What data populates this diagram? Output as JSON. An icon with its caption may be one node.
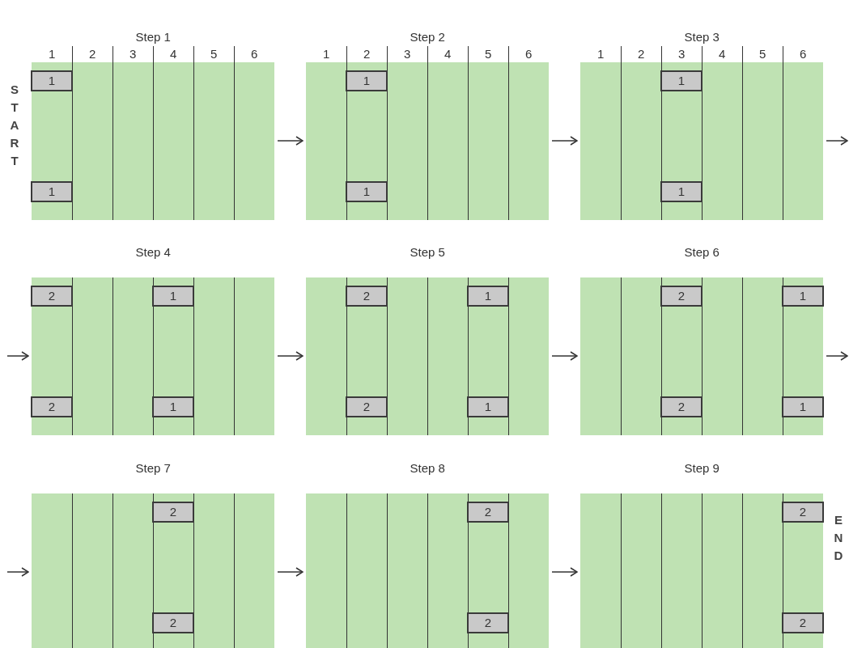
{
  "diagram": {
    "nodes": [
      {
        "text": [
          "Step 1"
        ]
      },
      {
        "text": [
          "1"
        ],
        "in": 0
      },
      {
        "text": [
          "1"
        ],
        "in": 0
      },
      {
        "text": [
          "Step 2"
        ]
      },
      {
        "text": [
          "1"
        ],
        "in": 3
      },
      {
        "text": [
          "1"
        ],
        "in": 3
      },
      {
        "text": [
          "Step 3"
        ]
      },
      {
        "text": [
          "1"
        ],
        "in": 6
      },
      {
        "text": [
          "1"
        ],
        "in": 6
      },
      {
        "text": [
          "Step 4"
        ]
      },
      {
        "text": [
          "2"
        ],
        "in": 9
      },
      {
        "text": [
          "1"
        ],
        "in": 9
      },
      {
        "text": [
          "2"
        ],
        "in": 9
      },
      {
        "text": [
          "1"
        ],
        "in": 9
      },
      {
        "text": [
          "Step 5"
        ]
      },
      {
        "text": [
          "2"
        ],
        "in": 14
      },
      {
        "text": [
          "1"
        ],
        "in": 14
      },
      {
        "text": [
          "2"
        ],
        "in": 14
      },
      {
        "text": [
          "1"
        ],
        "in": 14
      },
      {
        "text": [
          "Step 6"
        ]
      },
      {
        "text": [
          "2"
        ],
        "in": 19
      },
      {
        "text": [
          "1"
        ],
        "in": 19
      },
      {
        "text": [
          "2"
        ],
        "in": 19
      },
      {
        "text": [
          "1"
        ],
        "in": 19
      },
      {
        "text": [
          "Step 7"
        ]
      },
      {
        "text": [
          "2"
        ],
        "in": 24
      },
      {
        "text": [
          "2"
        ],
        "in": 24
      },
      {
        "text": [
          "Step 8"
        ]
      },
      {
        "text": [
          "2"
        ],
        "in": 27
      },
      {
        "text": [
          "2"
        ],
        "in": 27
      },
      {
        "text": [
          "Step 9"
        ]
      },
      {
        "text": [
          "2"
        ],
        "in": 30
      },
      {
        "text": [
          "2"
        ],
        "in": 30
      }
    ],
    "edges": [
      {
        "from": 0,
        "to": 3,
        "arrow": "to"
      },
      {
        "from": 3,
        "to": 6,
        "arrow": "to"
      },
      {
        "from": 6,
        "to": null,
        "arrow": "to"
      },
      {
        "from": null,
        "to": 9,
        "arrow": "to"
      },
      {
        "from": 9,
        "to": 14,
        "arrow": "to"
      },
      {
        "from": 14,
        "to": 19,
        "arrow": "to"
      },
      {
        "from": 19,
        "to": null,
        "arrow": "to"
      },
      {
        "from": null,
        "to": 24,
        "arrow": "to"
      },
      {
        "from": 24,
        "to": 27,
        "arrow": "to"
      },
      {
        "from": 27,
        "to": 30,
        "arrow": "to"
      }
    ],
    "labels": [
      "1",
      "2",
      "3",
      "4",
      "5",
      "6",
      "1",
      "2",
      "3",
      "4",
      "5",
      "6",
      "1",
      "2",
      "3",
      "4",
      "5",
      "6",
      "START",
      "END"
    ]
  }
}
